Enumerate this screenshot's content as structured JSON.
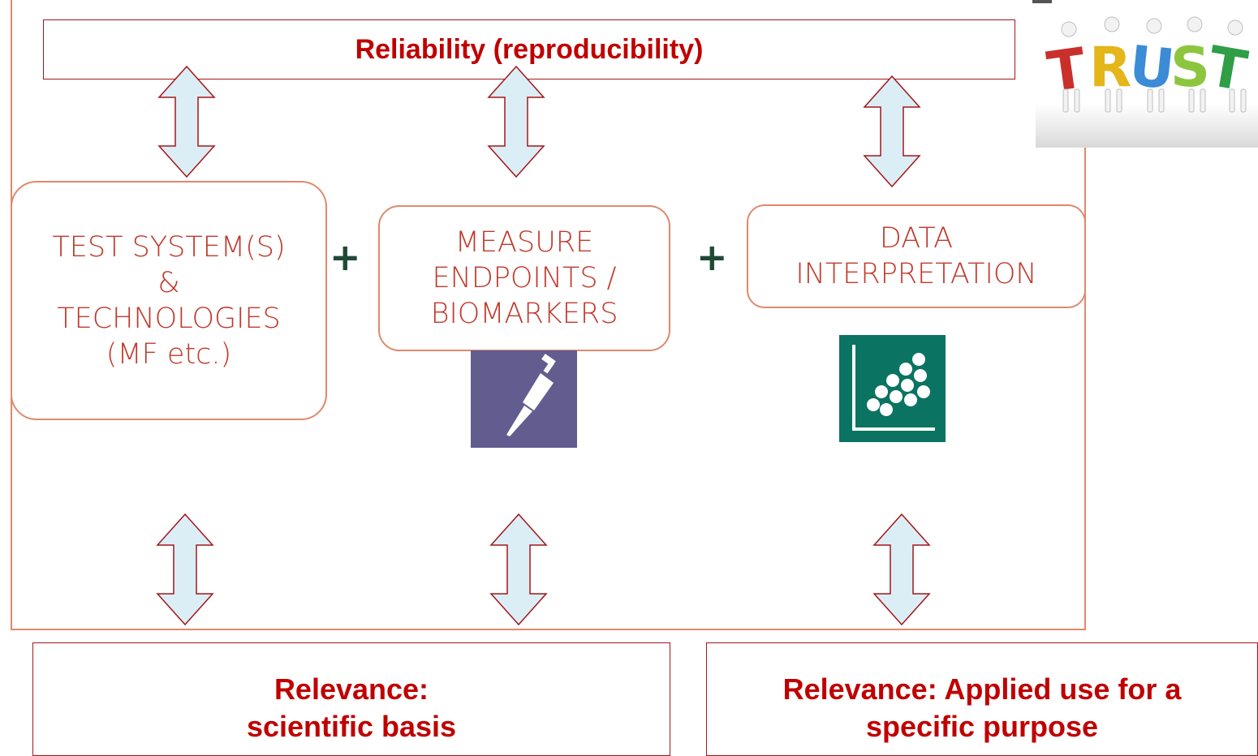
{
  "reliability": {
    "label": "Reliability (reproducibility)"
  },
  "cards": {
    "test_systems": {
      "lines": [
        "TEST SYSTEM(S)",
        "&",
        "TECHNOLOGIES",
        "(MF etc.)"
      ]
    },
    "measure": {
      "lines": [
        "MEASURE",
        "ENDPOINTS /",
        "BIOMARKERS"
      ]
    },
    "data": {
      "lines": [
        "DATA",
        "INTERPRETATION"
      ]
    }
  },
  "plus_symbol": "+",
  "relevance": {
    "left": {
      "lines": [
        "Relevance:",
        "scientific basis"
      ]
    },
    "right": {
      "lines": [
        "Relevance: Applied use for a",
        "specific purpose"
      ]
    }
  },
  "trust_logo": {
    "text": "TRUST"
  },
  "icons": {
    "pipette": "pipette-icon",
    "scatter": "scatter-plot-icon",
    "arrow": "double-arrow-icon"
  },
  "colors": {
    "accent_red": "#c00000",
    "card_border": "#e0896b",
    "arrow_fill": "#dbeef6",
    "arrow_stroke": "#a4161a",
    "pipette_bg": "#635c8f",
    "scatter_bg": "#0b7361",
    "plus": "#1f4a35"
  }
}
